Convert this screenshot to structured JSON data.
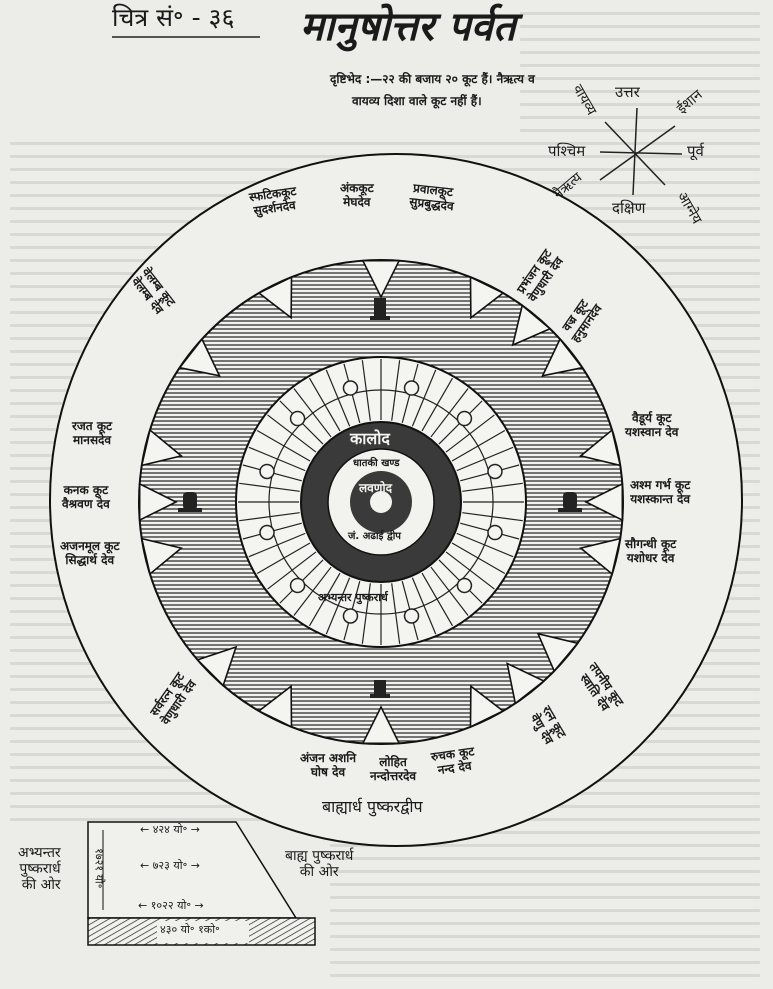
{
  "header": {
    "figure_number": "चित्र सं॰ - ३६",
    "title": "मानुषोत्तर पर्वत",
    "note_line1": "दृष्टिभेद :—२२ की बजाय २० कूट हैं। नैऋत्य व",
    "note_line2": "वायव्य दिशा वाले कूट नहीं हैं।"
  },
  "compass": {
    "north": "उत्तर",
    "south": "दक्षिण",
    "east": "पूर्व",
    "west": "पश्चिम",
    "northwest": "वायव्य",
    "northeast": "ईशान",
    "southwest": "नैऋत्य",
    "southeast": "आग्नेय"
  },
  "kutas": {
    "top": [
      {
        "kuta": "स्फटिककूट",
        "deva": "सुदर्शनदेव"
      },
      {
        "kuta": "अंककूट",
        "deva": "मेघदेव"
      },
      {
        "kuta": "प्रवालकूट",
        "deva": "सुप्रबुद्धदेव"
      }
    ],
    "upper_left": {
      "kuta": "वेलम्ब कूट",
      "deva": "वेलम्ब देव"
    },
    "upper_right": [
      {
        "kuta": "प्रभंजन कूट",
        "deva": "वेणुधारी देव"
      },
      {
        "kuta": "वज्र कूट",
        "deva": "हनुमानदेव"
      }
    ],
    "left": [
      {
        "kuta": "रजत कूट",
        "deva": "मानसदेव"
      },
      {
        "kuta": "कनक कूट",
        "deva": "वैश्रवण देव"
      },
      {
        "kuta": "अजनमूल कूट",
        "deva": "सिद्धार्थ देव"
      }
    ],
    "right": [
      {
        "kuta": "वैडूर्य कूट",
        "deva": "यशस्वान देव"
      },
      {
        "kuta": "अश्म गर्भ कूट",
        "deva": "यशस्कान्त देव"
      },
      {
        "kuta": "सौगन्धी कूट",
        "deva": "यशोधर देव"
      }
    ],
    "lower_left": {
      "kuta": "सर्वरत्न कूट",
      "deva": "वेणुधारी देव"
    },
    "lower_right": [
      {
        "kuta": "तपनीय कूट",
        "deva": "स्वाति देव"
      },
      {
        "kuta": "रत्न कूट",
        "deva": "वेणु देव"
      }
    ],
    "bottom": [
      {
        "kuta": "अंजन अशनि",
        "deva": "घोष देव"
      },
      {
        "kuta": "लोहित",
        "deva": "नन्दोत्तरदेव"
      },
      {
        "kuta": "रुचक कूट",
        "deva": "नन्द देव"
      }
    ]
  },
  "regions": {
    "kalod": "कालोद",
    "dhatki": "धातकी खण्ड",
    "lavanod": "लवणोद",
    "jambu": "जं. अढाई द्वीप",
    "inner_pushkar": "अभ्यन्तर पुष्करार्ध",
    "outer_pushkar": "बाह्यार्ध पुष्करद्वीप"
  },
  "cross_section": {
    "inner_side": [
      "अभ्यन्तर",
      "पुष्करार्ध",
      "की ओर"
    ],
    "outer_side": [
      "बाह्य पुष्करार्ध",
      "की ओर"
    ],
    "top_width": "← ४२४ यो॰ →",
    "mid_width": "← ७२३ यो॰ →",
    "base_width": "← १०२२ यो॰ →",
    "height": "१७२१ यो॰",
    "foundation": "४३० यो॰ १को॰"
  }
}
